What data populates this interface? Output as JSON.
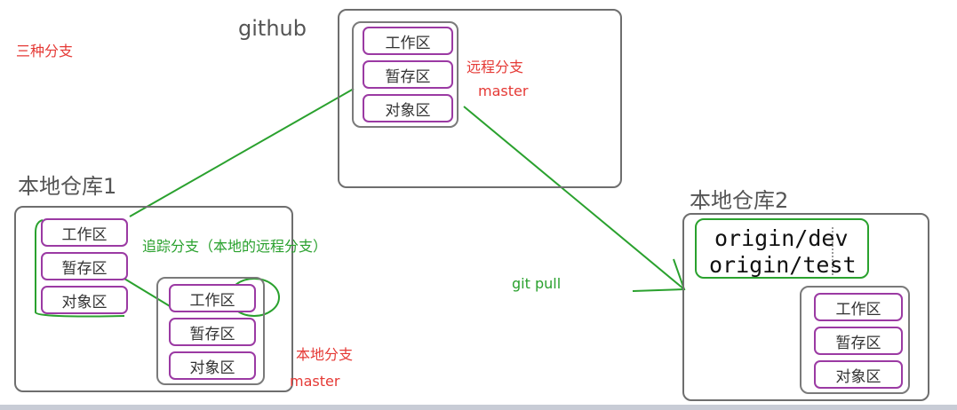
{
  "labels": {
    "three_branches": "三种分支",
    "github": "github",
    "remote_branch": "远程分支",
    "remote_master": "master",
    "local_repo1": "本地仓库1",
    "tracking_branch": "追踪分支（本地的远程分支）",
    "local_branch": "本地分支",
    "local_master": "master",
    "git_pull": "git pull",
    "local_repo2": "本地仓库2"
  },
  "areas": {
    "workspace": "工作区",
    "staging": "暂存区",
    "objects": "对象区"
  },
  "origin_branches": [
    "origin/dev",
    "origin/test"
  ],
  "colors": {
    "arrow": "#2aa12e",
    "pill_border": "#9b3aa3",
    "box_border": "#6e6e6e",
    "red_text": "#e53935"
  }
}
